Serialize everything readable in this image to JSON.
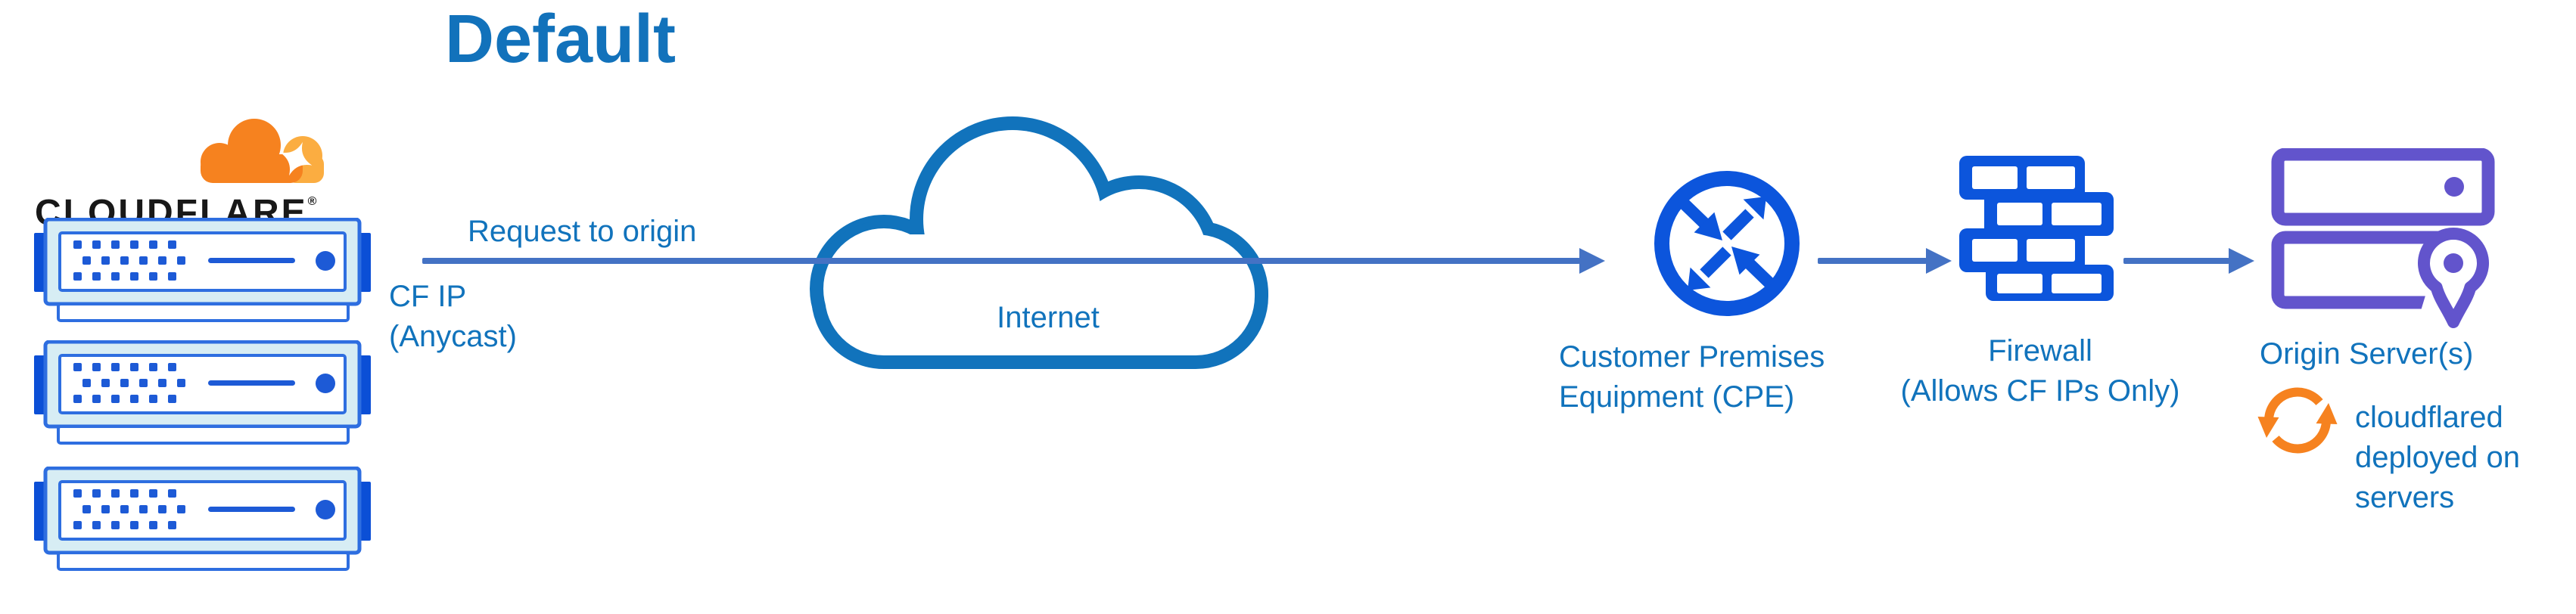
{
  "title": "Default",
  "logo": {
    "wordmark": "CLOUDFLARE",
    "registered": "®"
  },
  "flow": {
    "request_label": "Request to origin",
    "cf_ip_lines": [
      "CF IP",
      "(Anycast)"
    ]
  },
  "nodes": {
    "internet": {
      "label": "Internet"
    },
    "cpe": {
      "label_lines": [
        "Customer Premises",
        "Equipment (CPE)"
      ]
    },
    "firewall": {
      "label_lines": [
        "Firewall",
        "(Allows CF IPs Only)"
      ]
    },
    "origin": {
      "label": "Origin Server(s)",
      "note_lines": [
        "cloudflared",
        "deployed on",
        "servers"
      ]
    }
  },
  "icons": [
    "cloudflare-cloud-icon",
    "cloudflare-server-icon",
    "internet-cloud-icon",
    "cpe-router-icon",
    "firewall-icon",
    "origin-servers-icon",
    "location-pin-icon",
    "sync-arrows-icon",
    "arrowhead-icon"
  ],
  "colors": {
    "text_blue": "#1173bc",
    "arrow_blue": "#4472c4",
    "icon_blue": "#0c55dc",
    "server_fill": "#d7edf4",
    "server_border": "#2e6ee0",
    "server_accent": "#1d5ad6",
    "server_tab": "#0b4fd6",
    "purple": "#6254cc",
    "orange": "#f6821f",
    "orange_light": "#fbad41",
    "wordmark_black": "#181818"
  }
}
